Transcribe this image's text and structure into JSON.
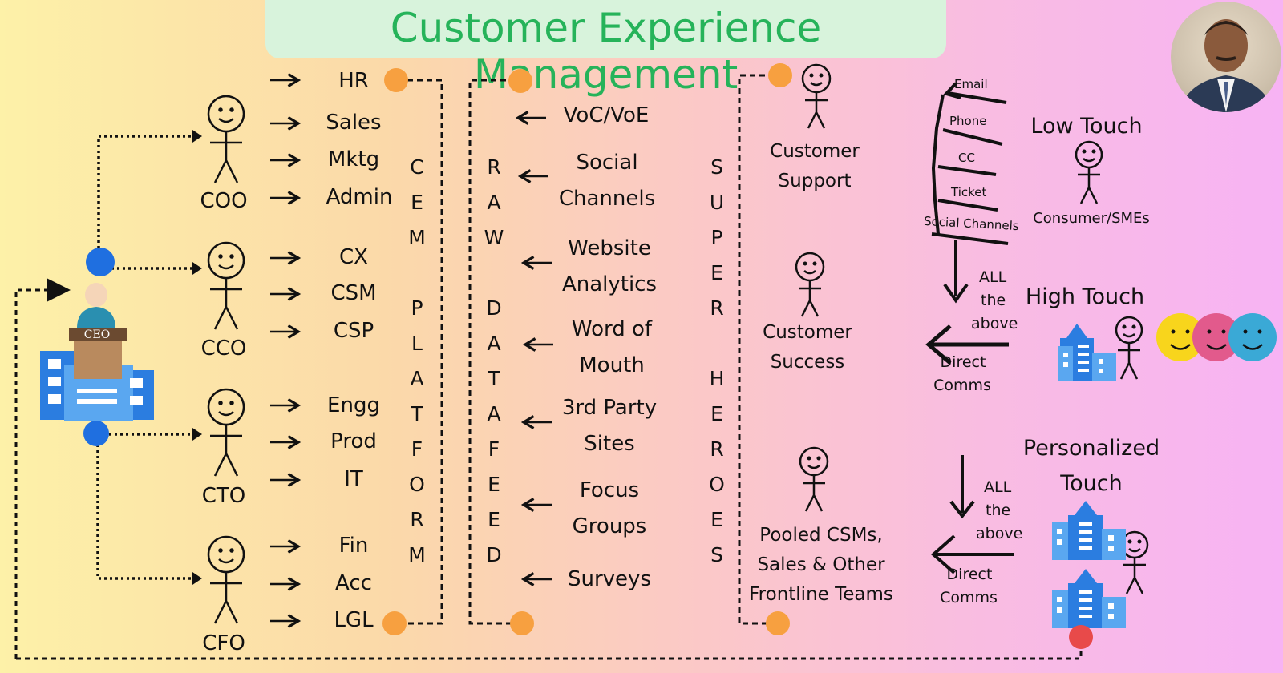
{
  "title": "Customer Experience Management",
  "ceo_label": "CEO",
  "chiefs": [
    "COO",
    "CCO",
    "CTO",
    "CFO"
  ],
  "functions": [
    [
      "HR",
      "Sales",
      "Mktg",
      "Admin"
    ],
    [
      "CX",
      "CSM",
      "CSP"
    ],
    [
      "Engg",
      "Prod",
      "IT"
    ],
    [
      "Fin",
      "Acc",
      "LGL"
    ]
  ],
  "cem_letters": [
    "C",
    "E",
    "M",
    "P",
    "L",
    "A",
    "T",
    "F",
    "O",
    "R",
    "M"
  ],
  "raw_letters": [
    "R",
    "A",
    "W",
    "D",
    "A",
    "T",
    "A",
    "F",
    "E",
    "E",
    "D"
  ],
  "super_letters": [
    "S",
    "U",
    "P",
    "E",
    "R",
    "H",
    "E",
    "R",
    "O",
    "E",
    "S"
  ],
  "sources": [
    [
      "VoC/VoE"
    ],
    [
      "Social",
      "Channels"
    ],
    [
      "Website",
      "Analytics"
    ],
    [
      "Word of",
      "Mouth"
    ],
    [
      "3rd Party",
      "Sites"
    ],
    [
      "Focus",
      "Groups"
    ],
    [
      "Surveys"
    ]
  ],
  "heroes": [
    [
      "Customer",
      "Support"
    ],
    [
      "Customer",
      "Success"
    ],
    [
      "Pooled CSMs,",
      "Sales & Other",
      "Frontline Teams"
    ]
  ],
  "low_touch": {
    "title": "Low Touch",
    "channels": [
      "Email",
      "Phone",
      "CC",
      "Ticket",
      "Social Channels"
    ],
    "label": "Consumer/SMEs",
    "all_above": [
      "ALL",
      "the",
      "above"
    ]
  },
  "high_touch": {
    "title": "High Touch",
    "direct": [
      "Direct",
      "Comms"
    ]
  },
  "personalized": {
    "title": [
      "Personalized",
      "Touch"
    ],
    "all_above": [
      "ALL",
      "the",
      "above"
    ],
    "direct": [
      "Direct",
      "Comms"
    ]
  },
  "colors": {
    "title_green": "#26b35a",
    "title_box": "#d8f3dc",
    "orange_dot": "#f7a040",
    "blue_dot": "#1f6fe0",
    "red_dot": "#e84a4a",
    "smiley_yellow": "#f8d51c",
    "smiley_pink": "#e25a8c",
    "smiley_blue": "#3aa9d6"
  }
}
